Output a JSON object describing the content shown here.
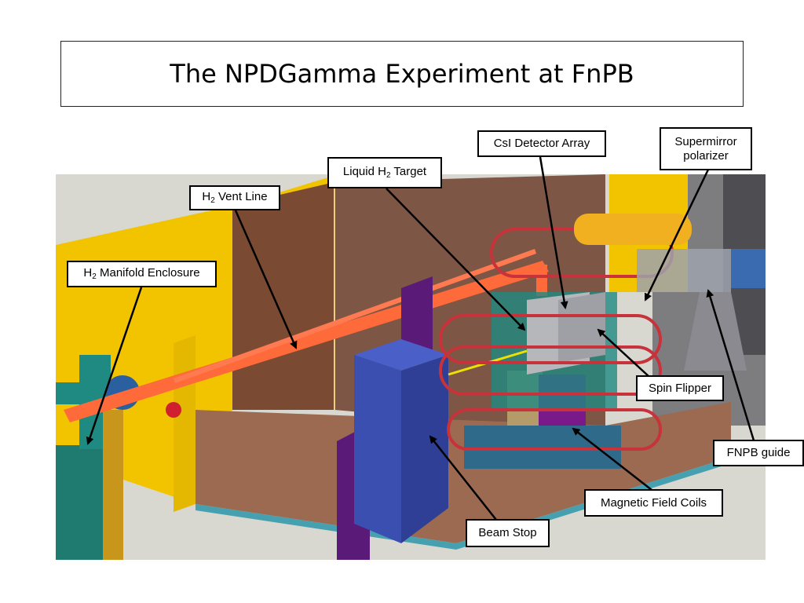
{
  "title": "The NPDGamma Experiment at FnPB",
  "labels": {
    "csi": "CsI Detector Array",
    "supermirror_line1": "Supermirror",
    "supermirror_line2": "polarizer",
    "liquid_prefix": "Liquid H",
    "liquid_sub": "2",
    "liquid_suffix": " Target",
    "vent_prefix": "H",
    "vent_sub": "2",
    "vent_suffix": " Vent Line",
    "manifold_prefix": "H",
    "manifold_sub": "2",
    "manifold_suffix": " Manifold Enclosure",
    "spin_flipper": "Spin Flipper",
    "fnpb_guide": "FNPB guide",
    "magnetic_coils": "Magnetic Field Coils",
    "beam_stop": "Beam Stop"
  },
  "colors": {
    "wall_yellow": "#f2c400",
    "wall_brown": "#7a4a32",
    "floor": "#9b6a50",
    "beam_stop": "#3a4fb0",
    "coil_red": "#c8323a",
    "pipe_orange": "#ff6a3a",
    "teal": "#1f8a82",
    "purple": "#5a1a78",
    "gray_device": "#a6a8ac"
  }
}
